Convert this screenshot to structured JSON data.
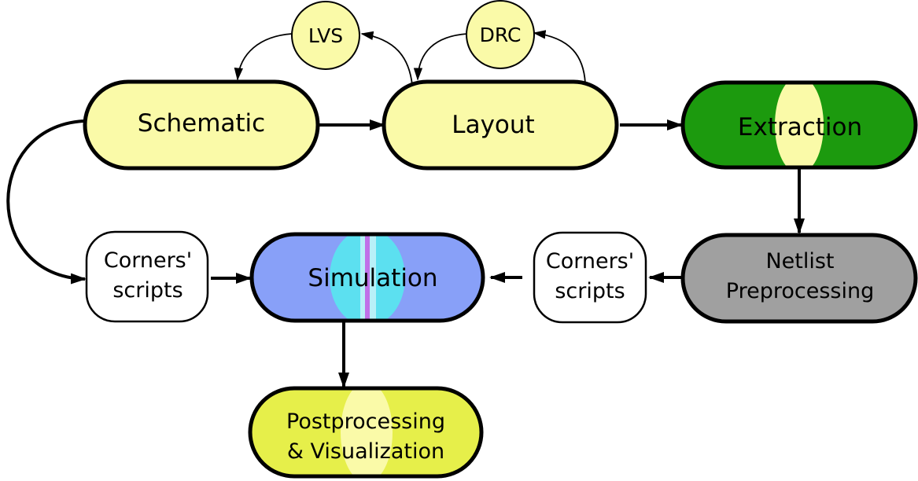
{
  "nodes": {
    "schematic": {
      "label": "Schematic"
    },
    "layout": {
      "label": "Layout"
    },
    "extraction": {
      "label": "Extraction"
    },
    "netlist": {
      "line1": "Netlist",
      "line2": "Preprocessing"
    },
    "corners_right": {
      "line1": "Corners'",
      "line2": "scripts"
    },
    "simulation": {
      "label": "Simulation"
    },
    "corners_left": {
      "line1": "Corners'",
      "line2": "scripts"
    },
    "postprocessing": {
      "line1": "Postprocessing",
      "line2": "& Visualization"
    },
    "lvs": {
      "label": "LVS"
    },
    "drc": {
      "label": "DRC"
    }
  },
  "colors": {
    "pale_yellow": "#fafaa8",
    "green": "#1c9a0e",
    "gray": "#a0a0a0",
    "blue": "#88a0f8",
    "cyan": "#5ce0f0",
    "violet": "#c070e8",
    "lime": "#e6ef4a",
    "white": "#ffffff"
  }
}
